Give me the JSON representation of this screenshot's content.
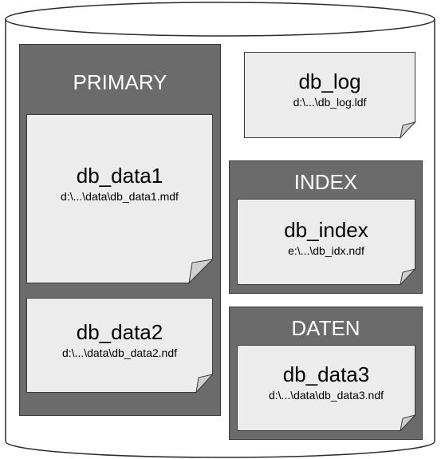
{
  "groups": {
    "primary": {
      "title": "PRIMARY"
    },
    "index": {
      "title": "INDEX"
    },
    "daten": {
      "title": "DATEN"
    }
  },
  "files": {
    "db_data1": {
      "name": "db_data1",
      "path": "d:\\...\\data\\db_data1.mdf"
    },
    "db_data2": {
      "name": "db_data2",
      "path": "d:\\...\\data\\db_data2.ndf"
    },
    "db_log": {
      "name": "db_log",
      "path": "d:\\...\\db_log.ldf"
    },
    "db_index": {
      "name": "db_index",
      "path": "e:\\...\\db_idx.ndf"
    },
    "db_data3": {
      "name": "db_data3",
      "path": "d:\\...\\data\\db_data3.ndf"
    }
  },
  "colors": {
    "group_fill": "#6b6b6b",
    "file_fill": "#ececec",
    "outline": "#3a3a3a"
  }
}
